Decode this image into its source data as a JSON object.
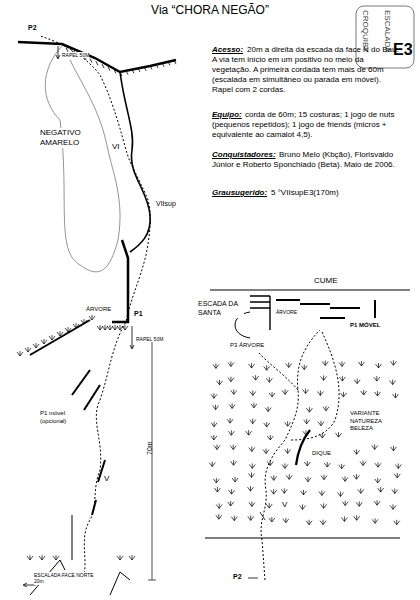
{
  "diagram": {
    "title": "Via “CHORA NEGÃO”",
    "labels": [
      "CROQUIBY",
      "ESCALADA",
      "E3",
      "Acesso:",
      "20m a direita da escada da face N do Baú. A via tem início em um positivo no meio da vegetação. A primeira cordada tem mais de 60m (escalada em simultâneo ou parada em móvel). Rapel com 2 cordas.",
      "Equipo:",
      "corda de 60m; 15 costuras; 1 jogo de nuts (pequenos repetidos); 1 jogo de friends (micros + equivalente ao camalot 4,5).",
      "Conquistadores:",
      "Bruno Melo (Kbção), Florisvaldo Júnior e Roberto Sponchiado (Beta). Maio de 2006.",
      "Grausugerido:",
      "5 °VIIsupE3(170m)",
      "P2",
      "RAPEL 50M",
      "NEGATIVO AMARELO",
      "VI",
      "VIIsup",
      "ÁRVORE",
      "P1",
      "RAPEL 50M",
      "P1 móvel (opcional)",
      "70m",
      "V",
      "ESCALADA FACE NORTE 20m",
      "CUME",
      "ESCADA DA SANTA",
      "ÁRVORE",
      "P1 MÓVEL",
      "P3 ÁRVORE",
      "VARIANTE NATUREZA BELEZA",
      "DIQUE",
      "V",
      "P2"
    ]
  }
}
